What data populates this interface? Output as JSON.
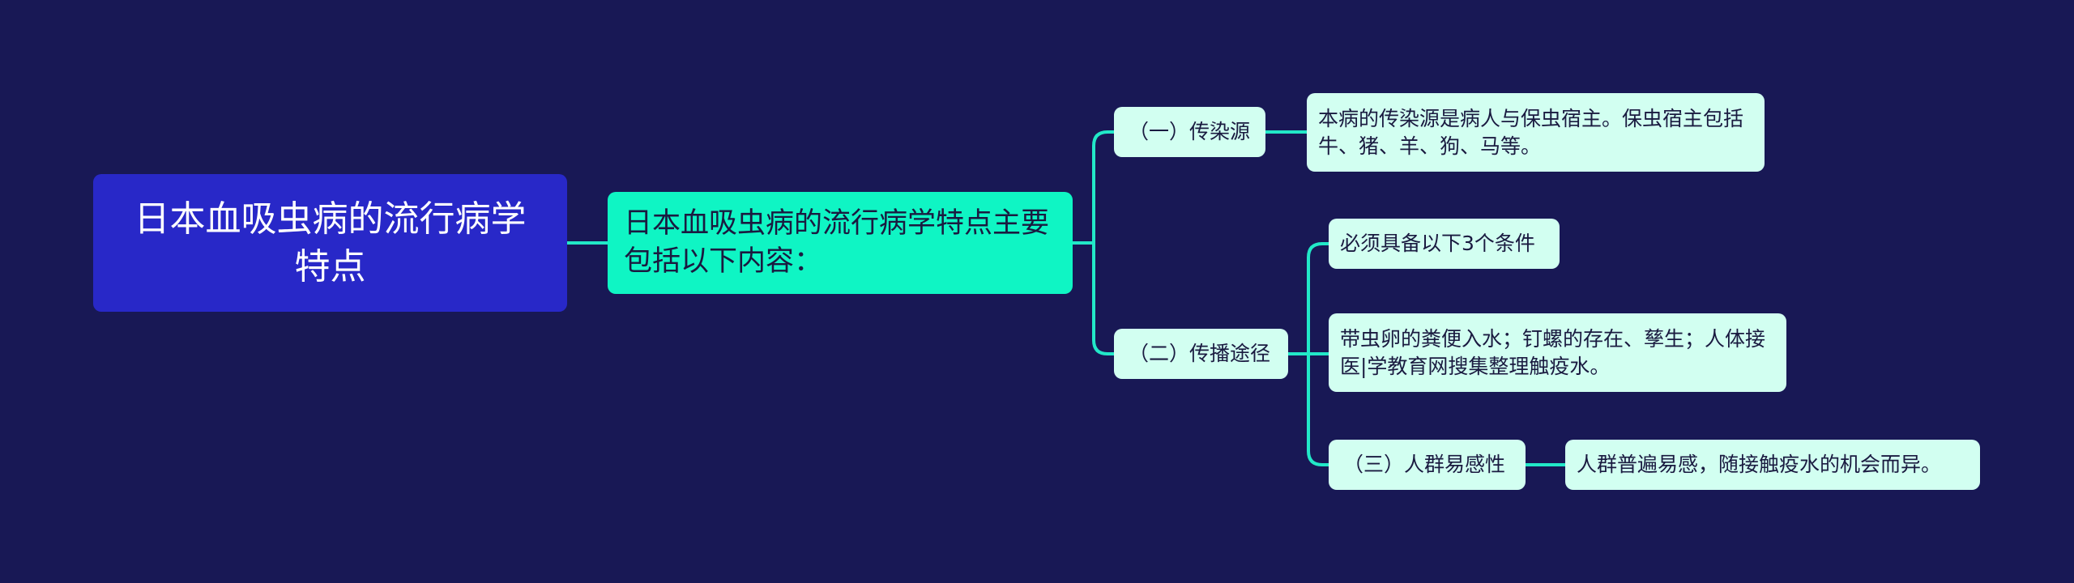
{
  "root": {
    "title": "日本血吸虫病的流行病学特点"
  },
  "summary": {
    "text": "日本血吸虫病的流行病学特点主要包括以下内容："
  },
  "branches": {
    "source": {
      "label": "（一）传染源",
      "detail": "本病的传染源是病人与保虫宿主。保虫宿主包括牛、猪、羊、狗、马等。"
    },
    "route": {
      "label": "（二）传播途径",
      "condition": "必须具备以下3个条件",
      "detail": "带虫卵的粪便入水；钉螺的存在、孳生；人体接医|学教育网搜集整理触疫水。"
    },
    "susceptible": {
      "label": "（三）人群易感性",
      "detail": "人群普遍易感，随接触疫水的机会而异。"
    }
  },
  "colors": {
    "background": "#181855",
    "root_fill": "#2828c8",
    "summary_fill": "#0ff5c4",
    "node_fill": "#d2fff1",
    "connector": "#22e8c8"
  }
}
